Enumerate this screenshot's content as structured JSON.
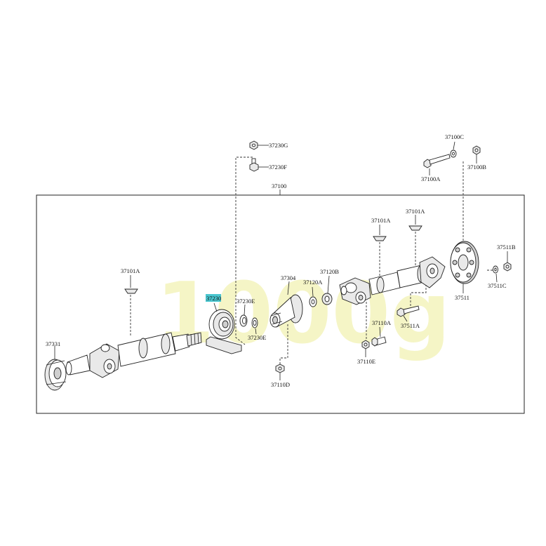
{
  "watermark": "1000g",
  "parts": {
    "p37100": "37100",
    "p37100A": "37100A",
    "p37100B": "37100B",
    "p37100C": "37100C",
    "p37101A_left": "37101A",
    "p37101A_mid": "37101A",
    "p37101A_right": "37101A",
    "p37110A": "37110A",
    "p37110D": "37110D",
    "p37110E": "37110E",
    "p37120A": "37120A",
    "p37120B": "37120B",
    "p37230": "37230",
    "p37230E_top": "37230E",
    "p37230E_bottom": "37230E",
    "p37230F": "37230F",
    "p37230G": "37230G",
    "p37304": "37304",
    "p37331": "37331",
    "p37511": "37511",
    "p37511A": "37511A",
    "p37511B": "37511B",
    "p37511C": "37511C"
  },
  "highlight_color": "#49c6cf"
}
